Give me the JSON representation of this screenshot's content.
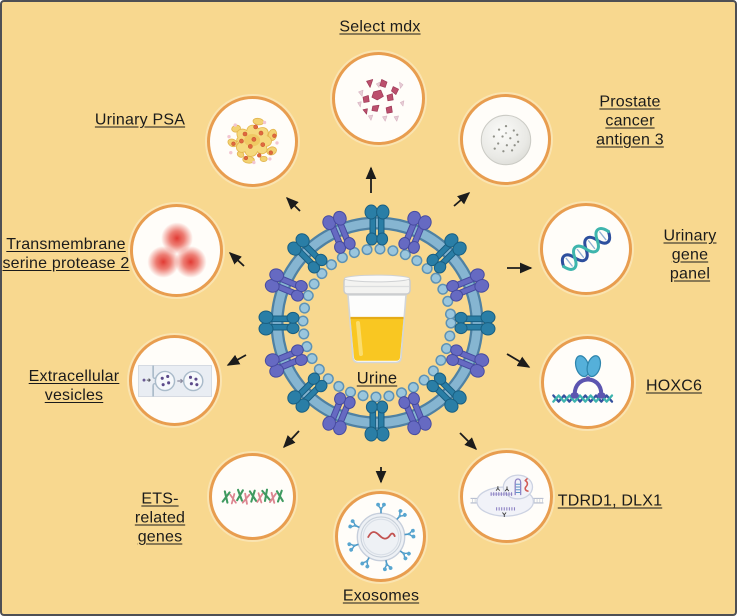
{
  "figure": {
    "description_colors": {
      "background": "#f8d88f",
      "frame": "#4e4f54",
      "node_border": "#e89d4f",
      "node_fill": "#fffdf9",
      "arrow": "#1c1c1c",
      "membrane_band": "#6ea6c4",
      "membrane_beads": "#9ac6dd",
      "protein_teal": "#2a7ea6",
      "protein_purple": "#666ac2",
      "urine_yellow": "#f9c722"
    },
    "center": {
      "label": "Urine",
      "icon": "urine-cup-icon"
    },
    "nodes": [
      {
        "id": "select-mdx",
        "label": "Select mdx",
        "icon": "tissue-fragments-icon"
      },
      {
        "id": "prostate-cancer-antigen-3",
        "label": "Prostate cancer\nantigen 3",
        "icon": "cell-sphere-icon"
      },
      {
        "id": "urinary-gene-panel",
        "label": "Urinary gene\npanel",
        "icon": "dna-helix-icon"
      },
      {
        "id": "hoxc6",
        "label": "HOXC6",
        "icon": "transcription-factor-dna-icon"
      },
      {
        "id": "tdrd1-dlx1",
        "label": "TDRD1, DLX1",
        "icon": "gene-transcription-icon"
      },
      {
        "id": "exosomes",
        "label": "Exosomes",
        "icon": "exosome-vesicle-icon"
      },
      {
        "id": "ets-related-genes",
        "label": "ETS-\nrelated\ngenes",
        "icon": "chromosomes-icon"
      },
      {
        "id": "extracellular-vesicles",
        "label": "Extracellular\nvesicles",
        "icon": "vesicle-budding-icon"
      },
      {
        "id": "transmembrane-serine-protease-2",
        "label": "Transmembrane\nserine protease 2",
        "icon": "red-protein-spots-icon"
      },
      {
        "id": "urinary-psa",
        "label": "Urinary PSA",
        "icon": "psa-protein-cluster-icon"
      }
    ]
  }
}
